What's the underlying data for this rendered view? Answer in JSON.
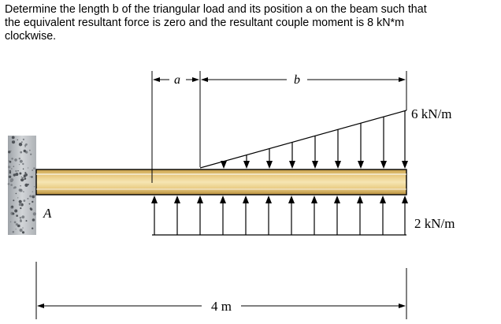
{
  "problem": {
    "lines": [
      "Determine the length b of the triangular load and its position a on the beam such that",
      "the equivalent resultant force is zero and the resultant couple moment is 8 kN*m",
      "clockwise."
    ]
  },
  "diagram": {
    "support_label": "A",
    "dim_a_label": "a",
    "dim_b_label": "b",
    "dim_length_label": "4 m",
    "triangular_load_label": "6 kN/m",
    "uniform_load_label": "2 kN/m",
    "colors": {
      "beam_fill": "#e6c272",
      "beam_stripe": "#f5e3ad",
      "wall_fill": "#b9bdc2",
      "line": "#000000"
    }
  }
}
